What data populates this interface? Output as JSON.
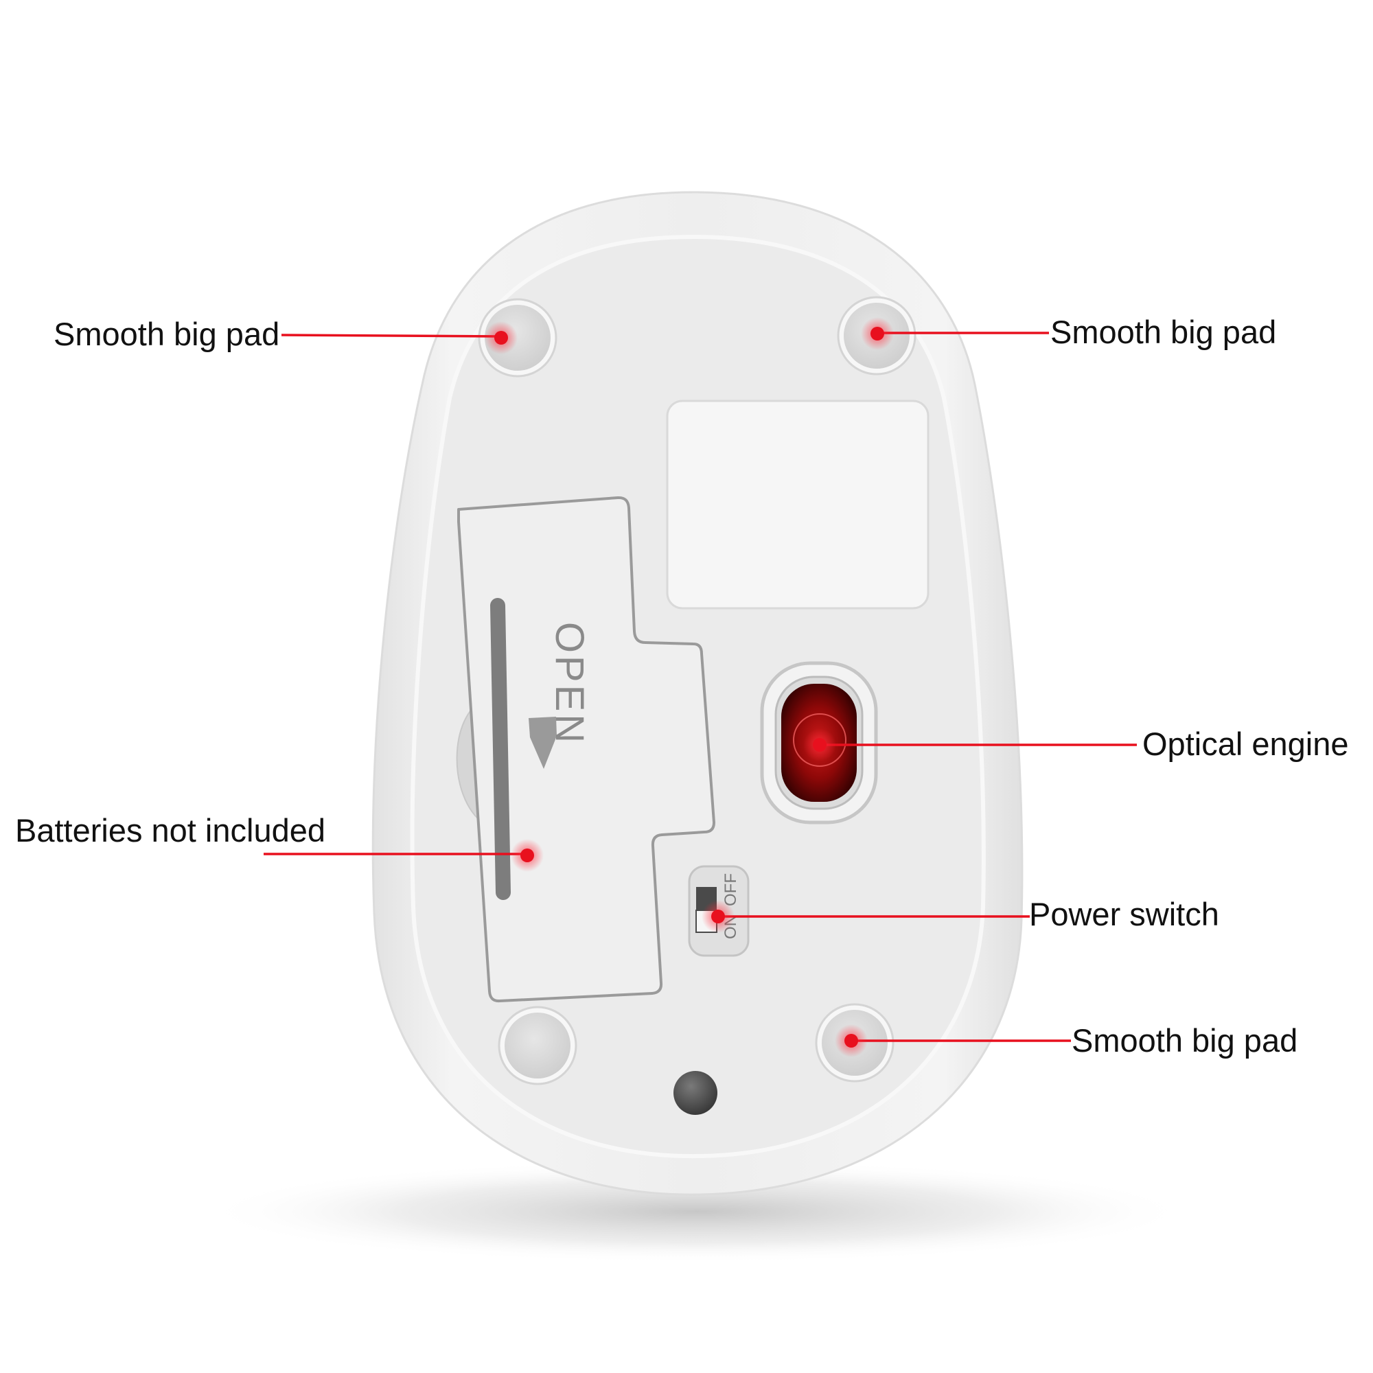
{
  "colors": {
    "background": "#ffffff",
    "mouse_body": "#ececec",
    "mouse_edge": "#f7f7f7",
    "accent": "#e8101e",
    "label_text": "#111111"
  },
  "callouts": {
    "pad_top_left": "Smooth big pad",
    "pad_top_right": "Smooth big pad",
    "optical_engine": "Optical engine",
    "batteries": "Batteries not included",
    "power_switch": "Power switch",
    "pad_bottom_right": "Smooth big pad"
  },
  "device_markings": {
    "battery_cover": "OPEN",
    "switch_on": "ON",
    "switch_off": "OFF"
  },
  "icons": {
    "arrow": "open-arrow-icon",
    "dot": "callout-dot-icon"
  }
}
